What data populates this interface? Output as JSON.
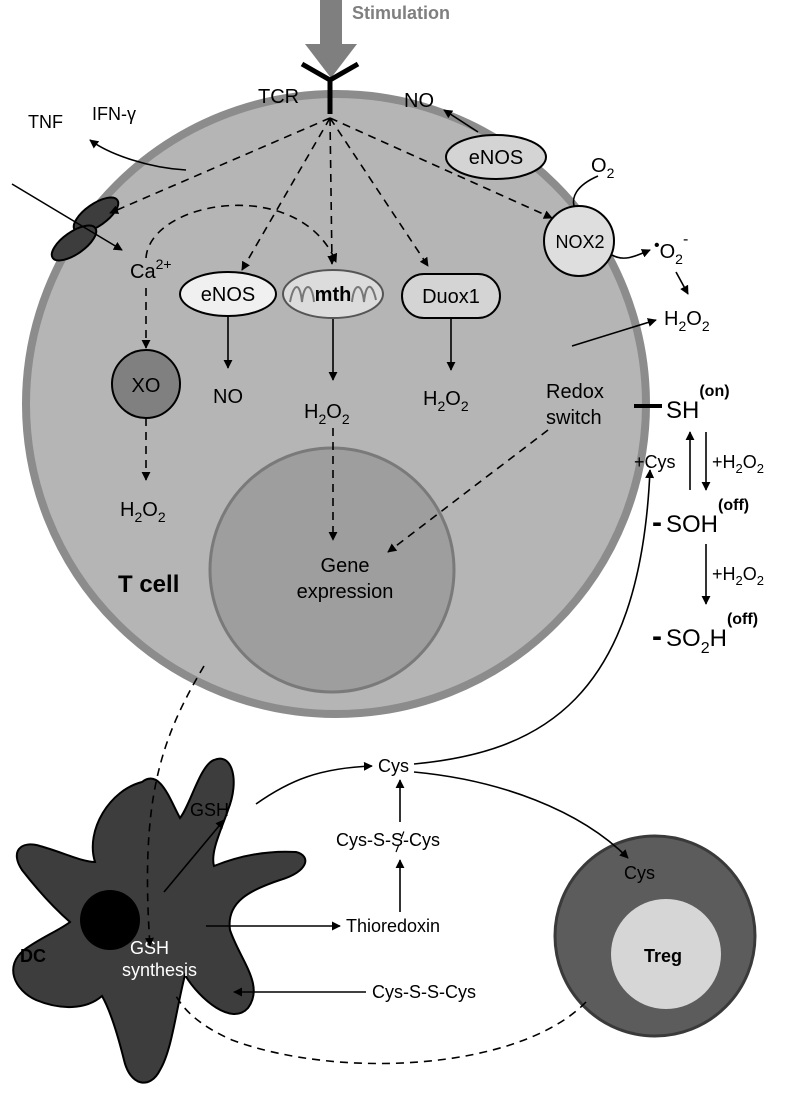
{
  "stimulation": "Stimulation",
  "tcr": "TCR",
  "cytokines": {
    "tnf": "TNF",
    "ifn": "IFN-γ"
  },
  "calcium": {
    "base": "Ca",
    "sup": "2+"
  },
  "enzymes": {
    "enos_top": "eNOS",
    "nox2": "NOX2",
    "enos_cell": "eNOS",
    "mth": "mth",
    "duox1": "Duox1",
    "xo": "XO"
  },
  "products": {
    "no": "NO",
    "o2": {
      "base": "O",
      "sub": "2"
    },
    "superoxide": {
      "dot": "•",
      "base": "O",
      "sub": "2",
      "sup": "-"
    },
    "h2o2": {
      "h": "H",
      "sub1": "2",
      "o": "O",
      "sub2": "2"
    }
  },
  "redox_switch": [
    "Redox",
    "switch"
  ],
  "switch_states": {
    "sh": "SH",
    "sh_state": "(on)",
    "soh": "SOH",
    "soh_state": "(off)",
    "so2h_a": "SO",
    "so2h_sub": "2",
    "so2h_b": "H",
    "so2h_state": "(off)",
    "minus": "-",
    "plus_cys": "+Cys",
    "plus_h2o2": "+H",
    "plus_h2o2_tail": "O"
  },
  "gene_expression": [
    "Gene",
    "expression"
  ],
  "t_cell": "T cell",
  "dc": {
    "label": "DC",
    "gsh": "GSH",
    "synthesis": [
      "GSH",
      "synthesis"
    ]
  },
  "metabolites": {
    "cys": "Cys",
    "cystine": "Cys-S-S-Cys",
    "thioredoxin": "Thioredoxin",
    "cys_treg": "Cys"
  },
  "treg": "Treg",
  "colors": {
    "cell_fill": "#b5b5b5",
    "cell_border": "#8c8c8c",
    "nucleus_fill": "#9e9e9e",
    "stimulation_arrow": "#7f7f7f",
    "dc_fill": "#3d3d3d",
    "treg_outer": "#5c5c5c",
    "treg_inner": "#d6d6d6"
  }
}
